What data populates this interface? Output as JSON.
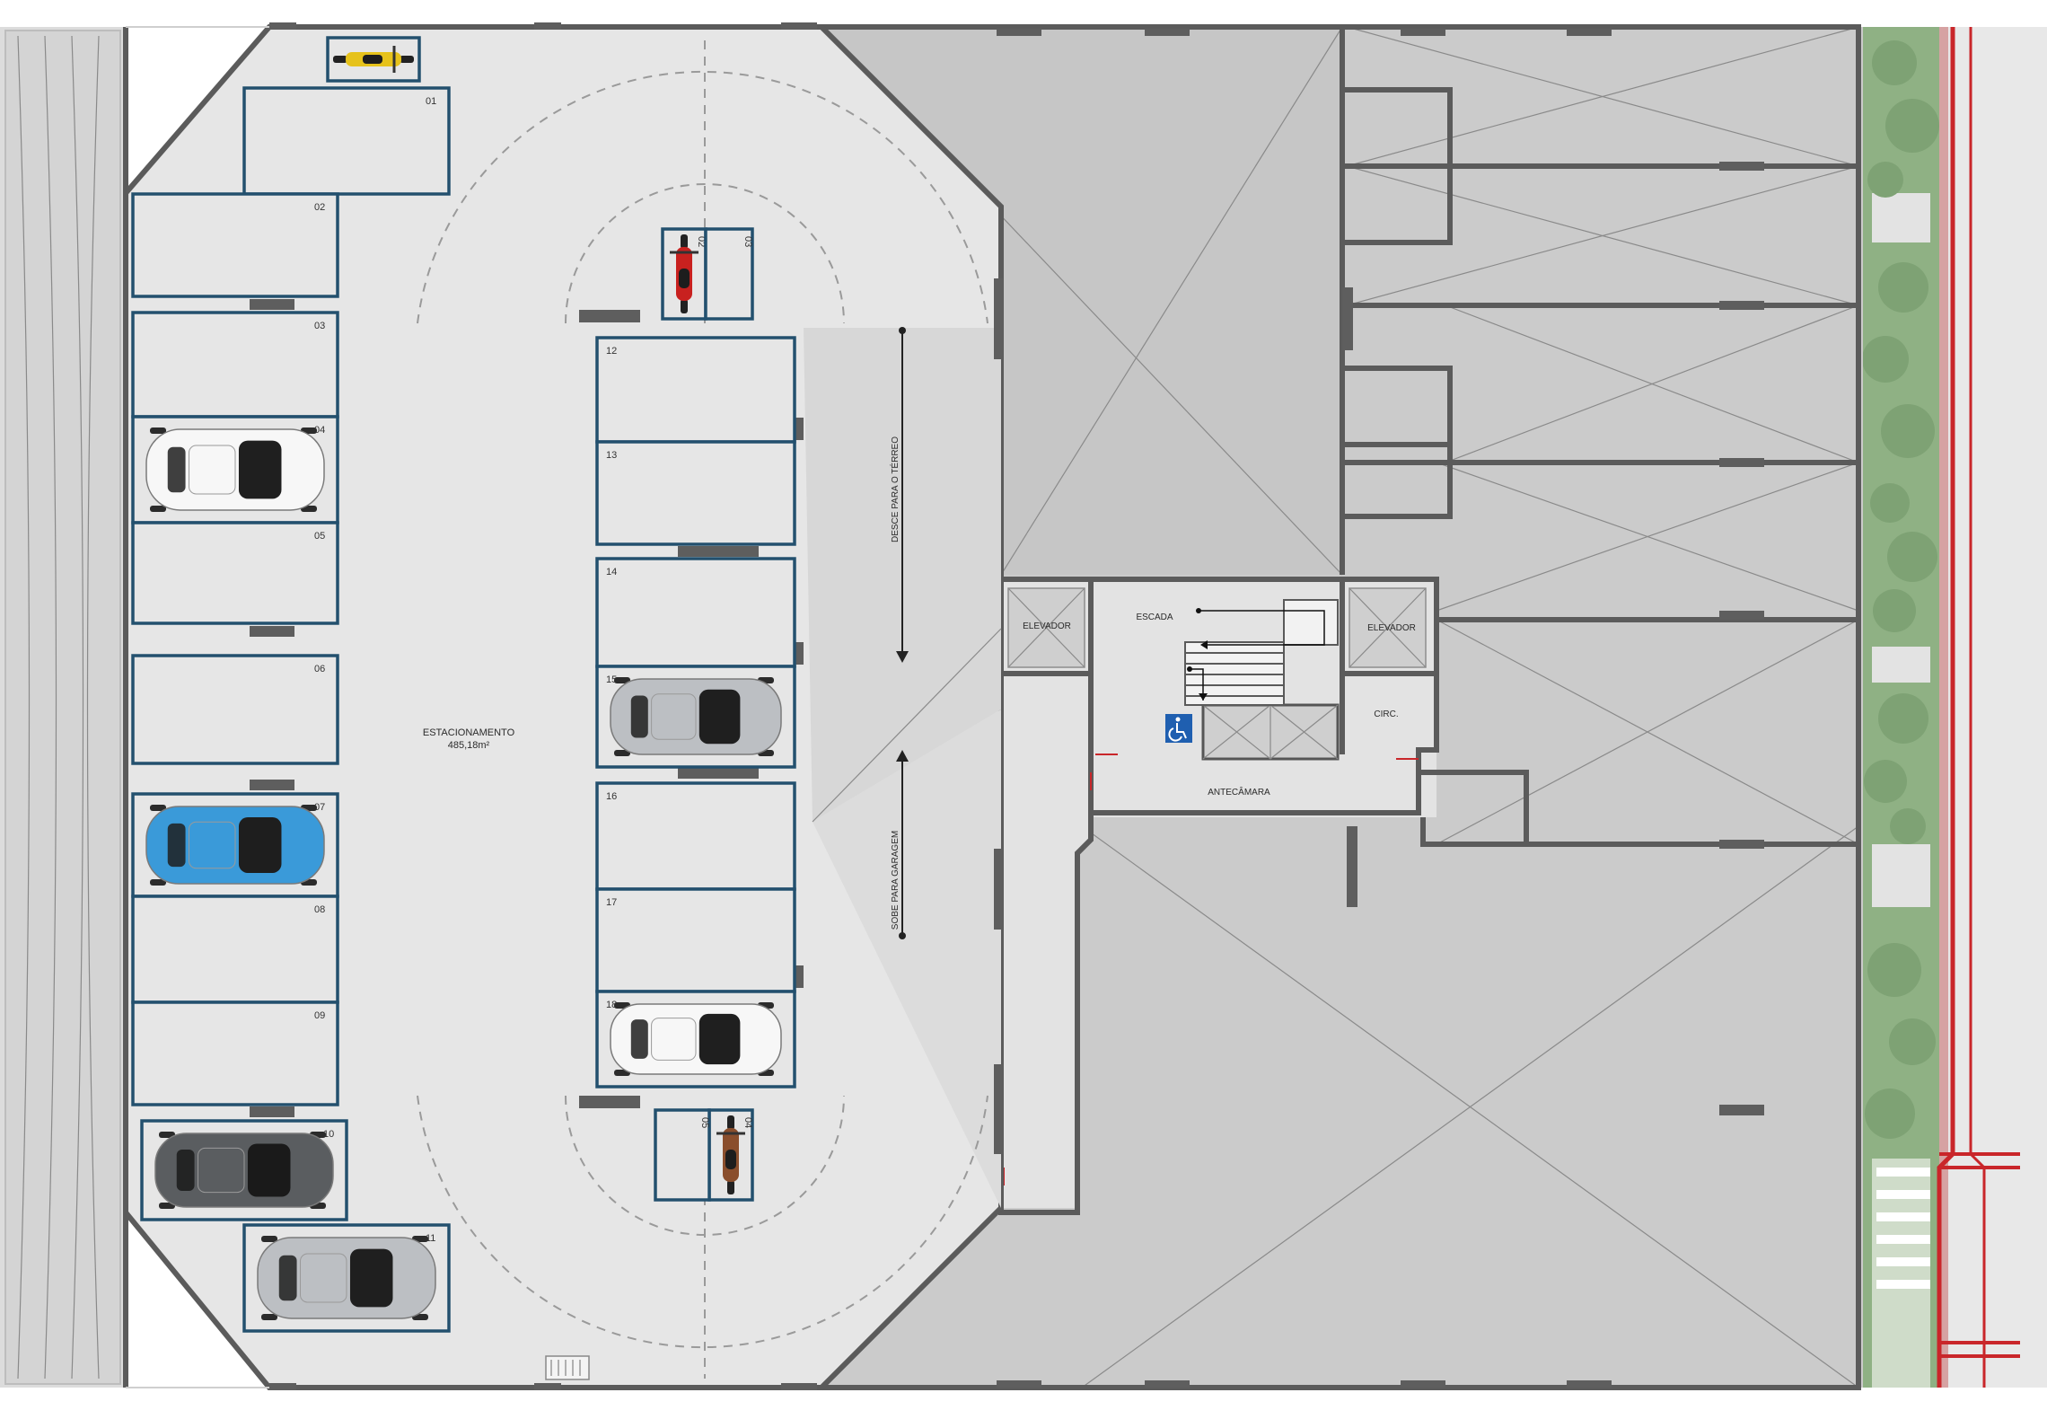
{
  "labels": {
    "parking_area": "ESTACIONAMENTO",
    "parking_area_size": "485,18m²",
    "ramp_down": "DESCE PARA O TÉRREO",
    "ramp_up": "SOBE PARA GARAGEM",
    "elevator_left": "ELEVADOR",
    "elevator_right": "ELEVADOR",
    "stairs": "ESCADA",
    "circulation": "CIRC.",
    "antechamber": "ANTECÂMARA"
  },
  "car_slots": [
    {
      "id": "01",
      "label": "01",
      "vehicle": "none"
    },
    {
      "id": "02",
      "label": "02",
      "vehicle": "none"
    },
    {
      "id": "03",
      "label": "03",
      "vehicle": "none"
    },
    {
      "id": "04",
      "label": "04",
      "vehicle": "white-car"
    },
    {
      "id": "05",
      "label": "05",
      "vehicle": "none"
    },
    {
      "id": "06",
      "label": "06",
      "vehicle": "none"
    },
    {
      "id": "07",
      "label": "07",
      "vehicle": "blue-car"
    },
    {
      "id": "08",
      "label": "08",
      "vehicle": "none"
    },
    {
      "id": "09",
      "label": "09",
      "vehicle": "none"
    },
    {
      "id": "10",
      "label": "10",
      "vehicle": "dark-gray-car"
    },
    {
      "id": "11",
      "label": "11",
      "vehicle": "silver-car"
    },
    {
      "id": "12",
      "label": "12",
      "vehicle": "none"
    },
    {
      "id": "13",
      "label": "13",
      "vehicle": "none"
    },
    {
      "id": "14",
      "label": "14",
      "vehicle": "none"
    },
    {
      "id": "15",
      "label": "15",
      "vehicle": "silver-car"
    },
    {
      "id": "16",
      "label": "16",
      "vehicle": "none"
    },
    {
      "id": "17",
      "label": "17",
      "vehicle": "none"
    },
    {
      "id": "18",
      "label": "18",
      "vehicle": "white-car"
    }
  ],
  "moto_slots": [
    {
      "id": "m-top",
      "label": "",
      "vehicle": "yellow-motorcycle"
    },
    {
      "id": "m02",
      "label": "02",
      "vehicle": "red-motorcycle"
    },
    {
      "id": "m03",
      "label": "03",
      "vehicle": "none"
    },
    {
      "id": "m04",
      "label": "04",
      "vehicle": "brown-motorcycle"
    },
    {
      "id": "m05",
      "label": "05",
      "vehicle": "none"
    }
  ],
  "icons": {
    "accessibility": "wheelchair-icon"
  },
  "colors": {
    "slot_outline": "#23506e",
    "walls": "#5b5b5b",
    "floor": "#e6e6e6",
    "neighbor_area": "#cbcbcb",
    "sidewalk_red": "#c9262a",
    "planting": "#7fa575",
    "accessibility_blue": "#1f5fb0"
  }
}
